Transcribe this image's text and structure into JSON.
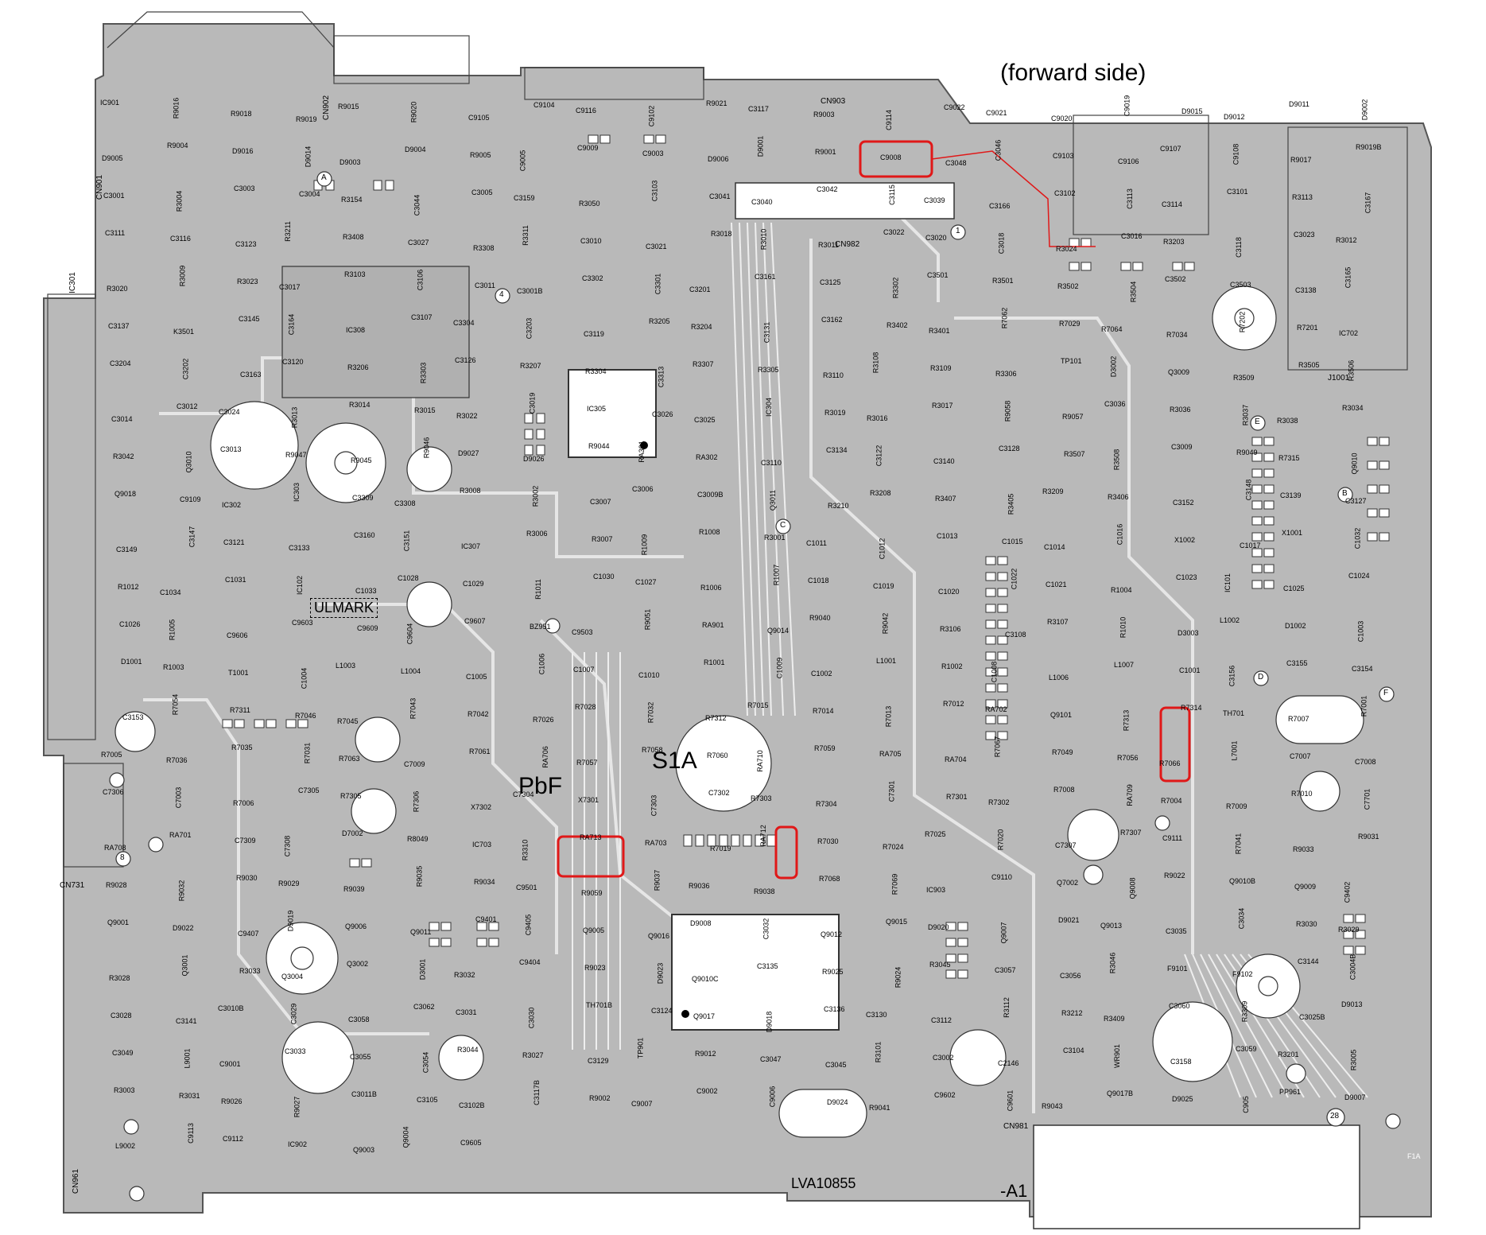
{
  "header": {
    "side_label": "(forward side)"
  },
  "board": {
    "model_code": "LVA10855",
    "suffix": "-A1",
    "corner_code": "F1A",
    "solder_mark": "PbF",
    "switch_label": "S1A",
    "ul_mark": "ULMARK"
  },
  "connectors": [
    "CN901",
    "CN902",
    "CN903",
    "CN982",
    "CN731",
    "CN961",
    "CN981",
    "J1001",
    "IC301"
  ],
  "point_markers": [
    "A",
    "B",
    "C",
    "D",
    "E",
    "F",
    "1",
    "4",
    "8",
    "28"
  ],
  "references": [
    "IC901",
    "R9016",
    "R9018",
    "R9019",
    "R9015",
    "R9020",
    "C9105",
    "C9104",
    "C9116",
    "C9102",
    "R9021",
    "C3117",
    "R9003",
    "C9114",
    "C9022",
    "C9021",
    "C9020",
    "C9019",
    "D9015",
    "D9012",
    "D9011",
    "D9002",
    "D9005",
    "R9004",
    "D9016",
    "D9014",
    "D9003",
    "D9004",
    "R9005",
    "C9005",
    "C9009",
    "C9003",
    "D9006",
    "D9001",
    "R9001",
    "C9008",
    "C3048",
    "C3046",
    "C9103",
    "C9106",
    "C9107",
    "C9108",
    "R9017",
    "R9019B",
    "C3001",
    "R3004",
    "C3003",
    "C3004",
    "R3154",
    "C3044",
    "C3005",
    "C3159",
    "R3050",
    "C3103",
    "C3041",
    "C3040",
    "C3042",
    "C3115",
    "C3039",
    "C3166",
    "C3102",
    "C3113",
    "C3114",
    "C3101",
    "R3113",
    "C3167",
    "C3111",
    "C3116",
    "C3123",
    "R3211",
    "R3408",
    "C3027",
    "R3308",
    "R3311",
    "C3010",
    "C3021",
    "R3018",
    "R3010",
    "R3011",
    "C3022",
    "C3020",
    "C3018",
    "R3024",
    "C3016",
    "R3203",
    "C3118",
    "C3023",
    "R3012",
    "R3020",
    "R3009",
    "R3023",
    "C3017",
    "R3103",
    "C3106",
    "C3011",
    "C3001B",
    "C3302",
    "C3301",
    "C3201",
    "C3161",
    "C3125",
    "R3302",
    "C3501",
    "R3501",
    "R3502",
    "R3504",
    "C3502",
    "C3503",
    "C3138",
    "C3165",
    "C3137",
    "K3501",
    "C3145",
    "C3164",
    "IC308",
    "C3107",
    "C3304",
    "C3203",
    "C3119",
    "R3205",
    "R3204",
    "C3131",
    "C3162",
    "R3402",
    "R3401",
    "R7062",
    "R7029",
    "R7064",
    "R7034",
    "R7202",
    "R7201",
    "IC702",
    "C3204",
    "C3202",
    "C3163",
    "C3120",
    "R3206",
    "R3303",
    "C3126",
    "R3207",
    "R3304",
    "C3313",
    "R3307",
    "R3305",
    "R3110",
    "R3108",
    "R3109",
    "R3306",
    "TP101",
    "D3002",
    "Q3009",
    "R3509",
    "R3505",
    "R3506",
    "C3014",
    "C3012",
    "C3024",
    "R3013",
    "R3014",
    "R3015",
    "R3022",
    "C3019",
    "IC305",
    "C3026",
    "C3025",
    "IC304",
    "R3019",
    "R3016",
    "R3017",
    "R9058",
    "R9057",
    "C3036",
    "R3036",
    "R3037",
    "R3038",
    "R3034",
    "R3042",
    "Q3010",
    "C3013",
    "R9047",
    "R9045",
    "R9046",
    "D9027",
    "D9026",
    "R9044",
    "RA301",
    "RA302",
    "C3110",
    "C3134",
    "C3122",
    "C3140",
    "C3128",
    "R3507",
    "R3508",
    "C3009",
    "R9049",
    "R7315",
    "Q9010",
    "Q9018",
    "C9109",
    "IC302",
    "IC303",
    "C3309",
    "C3308",
    "R3008",
    "R3002",
    "C3007",
    "C3006",
    "C3009B",
    "Q3011",
    "R3210",
    "R3208",
    "R3407",
    "R3405",
    "R3209",
    "R3406",
    "C3152",
    "C3148",
    "C3139",
    "C3127",
    "C3149",
    "C3147",
    "C3121",
    "C3133",
    "C3160",
    "C3151",
    "IC307",
    "R3006",
    "R3007",
    "R1009",
    "R1008",
    "R3001",
    "C1011",
    "C1012",
    "C1013",
    "C1015",
    "C1014",
    "C1016",
    "X1002",
    "C1017",
    "X1001",
    "C1032",
    "R1012",
    "C1034",
    "C1031",
    "IC102",
    "C1033",
    "C1028",
    "C1029",
    "R1011",
    "C1030",
    "C1027",
    "R1006",
    "R1007",
    "C1018",
    "C1019",
    "C1020",
    "C1022",
    "C1021",
    "R1004",
    "C1023",
    "IC101",
    "C1025",
    "C1024",
    "C1026",
    "R1005",
    "C9606",
    "C9603",
    "C9609",
    "C9604",
    "C9607",
    "BZ951",
    "C9503",
    "R9051",
    "RA901",
    "Q9014",
    "R9040",
    "R9042",
    "R3106",
    "C3108",
    "R3107",
    "R1010",
    "D3003",
    "L1002",
    "D1002",
    "C1003",
    "D1001",
    "R1003",
    "T1001",
    "C1004",
    "L1003",
    "L1004",
    "C1005",
    "C1006",
    "C1007",
    "C1010",
    "R1001",
    "C1009",
    "C1002",
    "L1001",
    "R1002",
    "C1008",
    "L1006",
    "L1007",
    "C1001",
    "C3156",
    "C3155",
    "C3154",
    "C3153",
    "R7054",
    "R7311",
    "R7046",
    "R7045",
    "R7043",
    "R7042",
    "R7026",
    "R7028",
    "R7032",
    "R7312",
    "R7015",
    "R7014",
    "R7013",
    "R7012",
    "RA702",
    "Q9101",
    "R7313",
    "R7314",
    "TH701",
    "R7007",
    "R7001",
    "R7005",
    "R7036",
    "R7035",
    "R7031",
    "R7063",
    "C7009",
    "R7061",
    "RA706",
    "R7057",
    "R7058",
    "R7060",
    "RA710",
    "R7059",
    "RA705",
    "RA704",
    "R7067",
    "R7049",
    "R7056",
    "R7066",
    "L7001",
    "C7007",
    "C7008",
    "C7306",
    "C7003",
    "R7006",
    "C7305",
    "R7305",
    "R7306",
    "X7302",
    "C7304",
    "X7301",
    "C7303",
    "C7302",
    "R7303",
    "R7304",
    "C7301",
    "R7301",
    "R7302",
    "R7008",
    "RA709",
    "R7004",
    "R7009",
    "R7010",
    "C7701",
    "RA708",
    "RA701",
    "C7309",
    "C7308",
    "D7002",
    "R8049",
    "IC703",
    "R3310",
    "RA713",
    "RA703",
    "R7019",
    "RA712",
    "R7030",
    "R7024",
    "R7025",
    "R7020",
    "C7307",
    "R7307",
    "C9111",
    "R7041",
    "R9033",
    "R9031",
    "R9028",
    "R9032",
    "R9030",
    "R9029",
    "R9039",
    "R9035",
    "R9034",
    "C9501",
    "R9059",
    "R9037",
    "R9036",
    "R9038",
    "R7068",
    "R7069",
    "IC903",
    "C9110",
    "Q7002",
    "Q9008",
    "R9022",
    "Q9010B",
    "Q9009",
    "C9402",
    "Q9001",
    "D9022",
    "C9407",
    "D9019",
    "Q9006",
    "Q9011",
    "C9401",
    "C9405",
    "Q9005",
    "Q9016",
    "D9008",
    "C3032",
    "Q9012",
    "Q9015",
    "D9020",
    "Q9007",
    "D9021",
    "Q9013",
    "C3035",
    "C3034",
    "R3030",
    "R3029",
    "R3028",
    "Q3001",
    "R3033",
    "Q3004",
    "Q3002",
    "D3001",
    "R3032",
    "C9404",
    "R9023",
    "D9023",
    "Q9010C",
    "C3135",
    "R9025",
    "R9024",
    "R3045",
    "C3057",
    "C3056",
    "R3046",
    "F9101",
    "F9102",
    "C3144",
    "C3004B",
    "C3028",
    "C3141",
    "C3010B",
    "C3029",
    "C3058",
    "C3062",
    "C3031",
    "C3030",
    "TH701B",
    "C3124",
    "Q9017",
    "D9018",
    "C3136",
    "C3130",
    "C3112",
    "R3112",
    "R3212",
    "R3409",
    "C3060",
    "R3309",
    "C3025B",
    "D9013",
    "C3049",
    "L9001",
    "C9001",
    "C3033",
    "C3055",
    "C3054",
    "R3044",
    "R3027",
    "C3129",
    "TP901",
    "R9012",
    "C3047",
    "C3045",
    "R3101",
    "C3002",
    "C2146",
    "C3104",
    "WR901",
    "C3158",
    "C3059",
    "R3201",
    "R3005",
    "R3003",
    "R3031",
    "R9026",
    "R9027",
    "C3011B",
    "C3105",
    "C3102B",
    "C3117B",
    "R9002",
    "C9007",
    "C9002",
    "C9006",
    "D9024",
    "R9041",
    "C9602",
    "C9601",
    "R9043",
    "Q9017B",
    "D9025",
    "C905",
    "PP961",
    "D9007",
    "L9002",
    "C9113",
    "C9112",
    "IC902",
    "Q9003",
    "Q9004",
    "C9605"
  ]
}
